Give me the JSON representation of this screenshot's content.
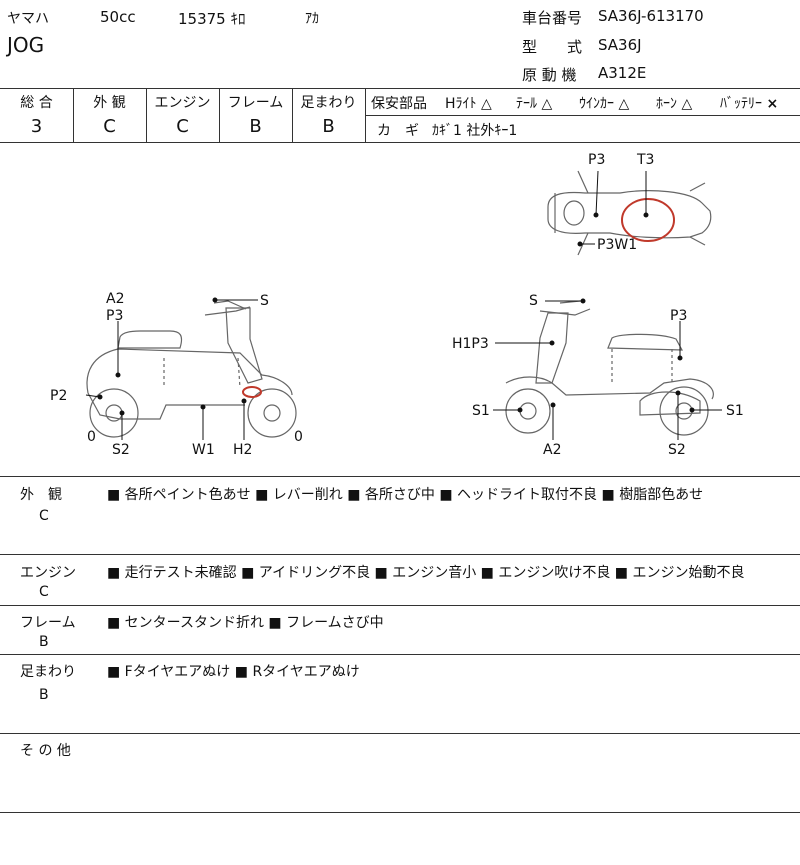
{
  "header": {
    "maker": "ヤマハ",
    "displacement": "50cc",
    "mileage": "15375 ｷﾛ",
    "color": "ｱｶ",
    "model": "JOG",
    "frame_no_label": "車台番号",
    "frame_no_value": "SA36J-613170",
    "type_label": "型　　式",
    "type_value": "SA36J",
    "engine_label": "原 動 機",
    "engine_value": "A312E"
  },
  "grades": {
    "headers": [
      "総 合",
      "外 観",
      "エンジン",
      "フレーム",
      "足まわり"
    ],
    "values": [
      "3",
      "C",
      "C",
      "B",
      "B"
    ]
  },
  "parts": {
    "label": "保安部品",
    "items": [
      {
        "name": "Hﾗｲﾄ",
        "mark": "△"
      },
      {
        "name": "ﾃｰﾙ",
        "mark": "△"
      },
      {
        "name": "ｳｲﾝｶｰ",
        "mark": "△"
      },
      {
        "name": "ﾎｰﾝ",
        "mark": "△"
      },
      {
        "name": "ﾊﾞｯﾃﾘｰ",
        "mark": "×"
      }
    ],
    "key_label": "カ　ギ",
    "key_value": "ｶｷﾞ1 社外ｷｰ1"
  },
  "diagram": {
    "top": {
      "p3": "P3",
      "t3": "T3",
      "p3w1": "P3W1"
    },
    "left": {
      "a2": "A2",
      "p3": "P3",
      "s": "S",
      "p2": "P2",
      "zero_l": "0",
      "s2": "S2",
      "w1": "W1",
      "h2": "H2",
      "zero_r": "0"
    },
    "right": {
      "s": "S",
      "h1p3": "H1P3",
      "p3": "P3",
      "s1_l": "S1",
      "s1_r": "S1",
      "a2": "A2",
      "s2": "S2"
    }
  },
  "sections": [
    {
      "label": "外　観",
      "grade": "C",
      "text": "■ 各所ペイント色あせ ■ レバー削れ ■ 各所さび中 ■ ヘッドライト取付不良 ■ 樹脂部色あせ"
    },
    {
      "label": "エンジン",
      "grade": "C",
      "text": "■ 走行テスト未確認 ■ アイドリング不良 ■ エンジン音小 ■ エンジン吹け不良 ■ エンジン始動不良"
    },
    {
      "label": "フレーム",
      "grade": "B",
      "text": "■ センタースタンド折れ ■ フレームさび中"
    },
    {
      "label": "足まわり",
      "grade": "B",
      "text": "■ Fタイヤエアぬけ ■ Rタイヤエアぬけ"
    },
    {
      "label": "そ の 他",
      "grade": "",
      "text": ""
    }
  ]
}
